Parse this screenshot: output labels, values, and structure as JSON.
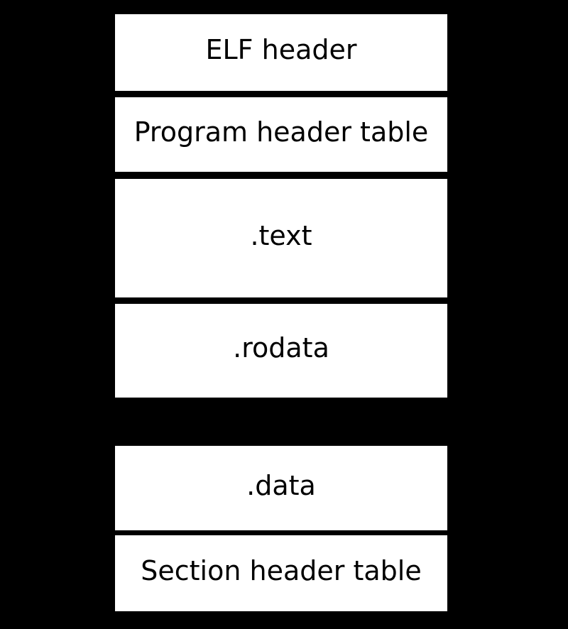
{
  "diagram": {
    "boxes": [
      {
        "id": "elf-header",
        "label": "ELF header"
      },
      {
        "id": "program-header-table",
        "label": "Program header table"
      },
      {
        "id": "text-section",
        "label": ".text"
      },
      {
        "id": "rodata-section",
        "label": ".rodata"
      },
      {
        "id": "data-section",
        "label": ".data"
      },
      {
        "id": "section-header-table",
        "label": "Section header table"
      }
    ],
    "colors": {
      "background": "#000000",
      "box_fill": "#ffffff",
      "box_border": "#000000",
      "label_text": "#000000"
    }
  }
}
